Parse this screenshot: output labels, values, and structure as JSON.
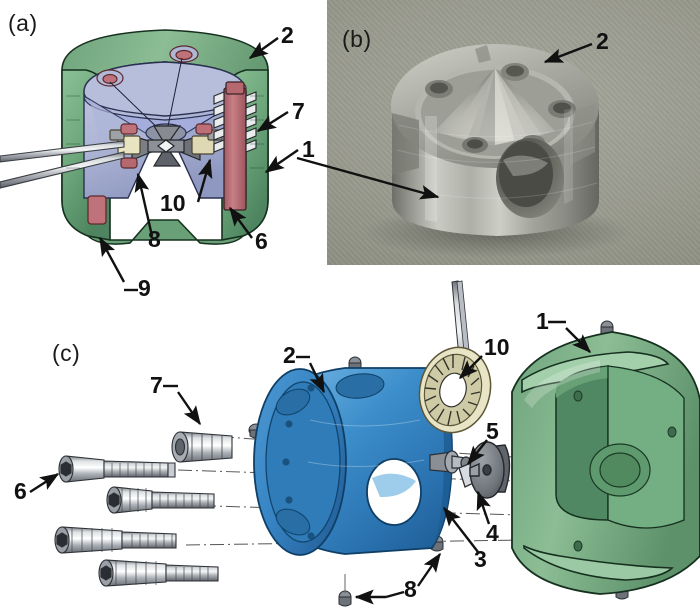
{
  "figure": {
    "kind": "technical-assembly-figure",
    "panels": [
      {
        "id": "a",
        "label": "(a)",
        "type": "cad-cross-section",
        "description": "Sectioned CAD view of the assembled device",
        "callouts": [
          "1",
          "2",
          "6",
          "7",
          "8",
          "9",
          "10"
        ]
      },
      {
        "id": "b",
        "label": "(b)",
        "type": "photograph",
        "description": "Photograph of the machined metal housing part",
        "callouts": [
          "1",
          "2"
        ]
      },
      {
        "id": "c",
        "label": "(c)",
        "type": "cad-exploded",
        "description": "Exploded CAD view of all components",
        "callouts": [
          "1",
          "2",
          "3",
          "4",
          "5",
          "6",
          "7",
          "8",
          "10"
        ]
      }
    ]
  },
  "labels": {
    "panel_a": "(a)",
    "panel_b": "(b)",
    "panel_c": "(c)",
    "a": {
      "n2": "2",
      "n7": "7",
      "n1": "1",
      "n10": "10",
      "n8": "8",
      "n6": "6",
      "n9": "9"
    },
    "b": {
      "n2": "2"
    },
    "c": {
      "n2": "2",
      "n1": "1",
      "n7": "7",
      "n10": "10",
      "n5": "5",
      "n6": "6",
      "n4": "4",
      "n3": "3",
      "n8": "8"
    }
  },
  "colors": {
    "housing_green": "#7fb08a",
    "housing_green_dark": "#4f8560",
    "cone_blue": "#b2bad8",
    "cone_blue_dark": "#8d97bd",
    "body_blue": "#2f80c0",
    "body_blue_light": "#5fa8dc",
    "bolt_red": "#c0727a",
    "metal_gray": "#b9bcc0",
    "metal_dark": "#6c7076",
    "coil_cream": "#e6e2c4",
    "photo_bg": "#9a9b90",
    "line_black": "#111111"
  }
}
